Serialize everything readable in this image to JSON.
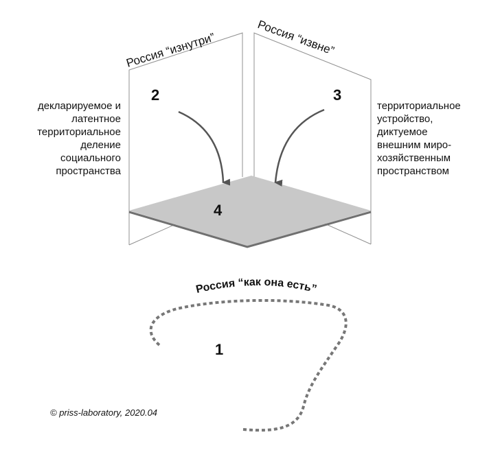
{
  "labels": {
    "inside_plane": "Россия “изнутри”",
    "outside_plane": "Россия “извне”",
    "as_is": "Россия “как она есть”"
  },
  "numbers": {
    "n1": "1",
    "n2": "2",
    "n3": "3",
    "n4": "4"
  },
  "left_text": [
    "декларируемое и",
    "латентное",
    "территориальное",
    "деление",
    "социального",
    "пространства"
  ],
  "right_text": [
    "территориальное",
    "устройство,",
    "диктуемое",
    "внешним миро-",
    "хозяйственным",
    "пространством"
  ],
  "copyright": "© priss-laboratory, 2020.04",
  "colors": {
    "floor": "#c8c8c8",
    "floor_edge": "#707070",
    "arrow": "#555555",
    "dotted": "#777777",
    "wall_line": "#909090"
  }
}
